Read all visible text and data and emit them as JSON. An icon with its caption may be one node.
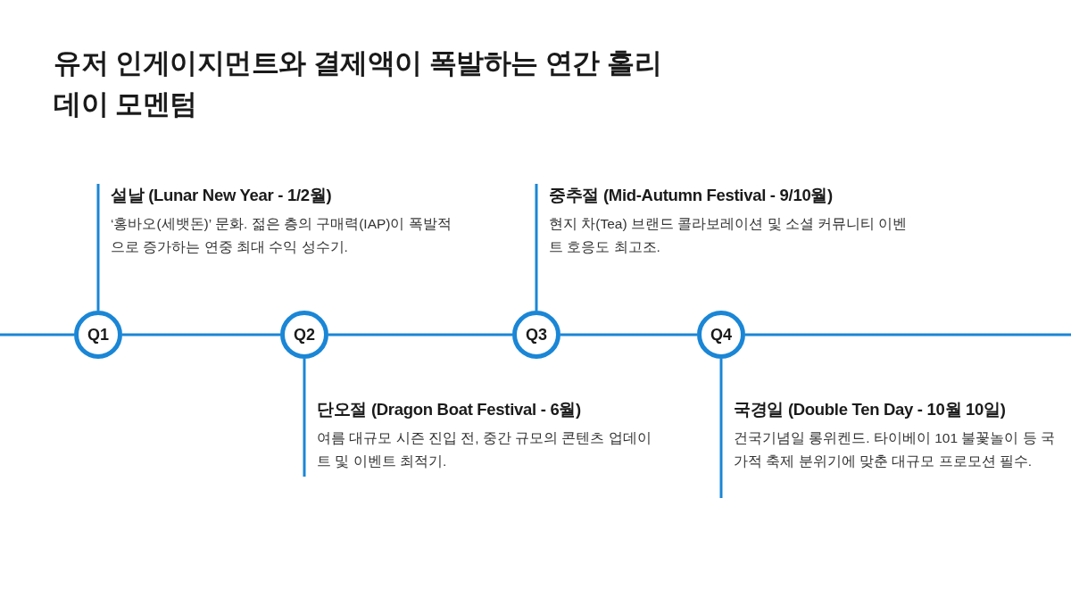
{
  "diagram": {
    "title": "유저 인게이지먼트와 결제액이 폭발하는 연간 홀리데이 모멘텀",
    "nodes": [
      {
        "text": [
          "Q1"
        ]
      },
      {
        "text": [
          "설날 (Lunar New Year - 1/2월)",
          "‘홍바오(세뱃돈)’ 문화. 젊은 층의 구매력(IAP)이 폭발적으로 증가하는 연중 최대 수익 성수기."
        ]
      },
      {
        "text": [
          "Q2"
        ]
      },
      {
        "text": [
          "단오절 (Dragon Boat Festival - 6월)",
          "여름 대규모 시즌 진입 전, 중간 규모의 콘텐츠 업데이트 및 이벤트 최적기."
        ]
      },
      {
        "text": [
          "Q3"
        ]
      },
      {
        "text": [
          "중추절 (Mid-Autumn Festival - 9/10월)",
          "현지 차(Tea) 브랜드 콜라보레이션 및 소셜 커뮤니티 이벤트 호응도 최고조."
        ]
      },
      {
        "text": [
          "Q4"
        ]
      },
      {
        "text": [
          "국경일 (Double Ten Day - 10월 10일)",
          "건국기념일 롱위켄드. 타이베이 101 불꽃놀이 등 국가적 축제 분위기에 맞춘 대규모 프로모션 필수."
        ]
      }
    ],
    "edges": [
      {
        "from": null,
        "to": 0,
        "arrow": "none"
      },
      {
        "from": 0,
        "to": 2,
        "arrow": "none"
      },
      {
        "from": 2,
        "to": 4,
        "arrow": "none"
      },
      {
        "from": 4,
        "to": 6,
        "arrow": "none"
      },
      {
        "from": 6,
        "to": null,
        "arrow": "none"
      },
      {
        "from": 0,
        "to": 1,
        "arrow": "none"
      },
      {
        "from": 2,
        "to": 3,
        "arrow": "none"
      },
      {
        "from": 4,
        "to": 5,
        "arrow": "none"
      },
      {
        "from": 6,
        "to": 7,
        "arrow": "none"
      }
    ]
  }
}
